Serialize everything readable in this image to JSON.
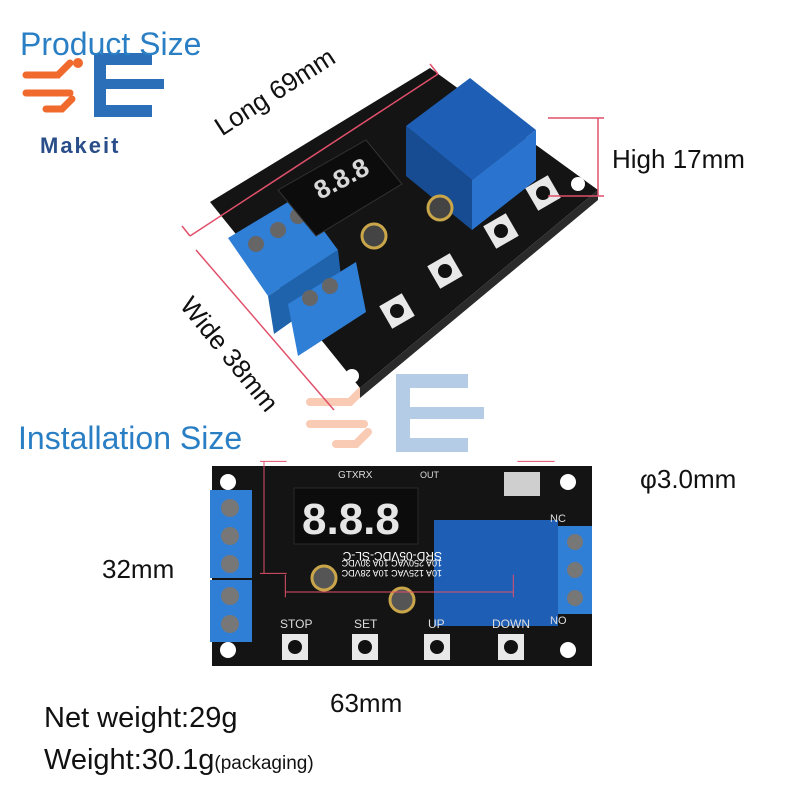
{
  "headings": {
    "product_size": "Product Size",
    "installation_size": "Installation Size"
  },
  "brand": {
    "name": "Makeit",
    "colors": {
      "orange": "#ef6a2c",
      "blue": "#2a6fb8"
    }
  },
  "product_dimensions": {
    "long": "Long 69mm",
    "wide": "Wide 38mm",
    "high": "High 17mm"
  },
  "installation_dimensions": {
    "hole": "φ3.0mm",
    "height": "32mm",
    "width": "63mm"
  },
  "weights": {
    "net": "Net weight:29g",
    "gross": "Weight:30.1g",
    "gross_note": "(packaging)"
  },
  "board_labels": {
    "buttons": [
      "STOP",
      "SET",
      "UP",
      "DOWN"
    ],
    "relay_text": [
      "SRD-05VDC-SL-C",
      "10A 250VAC  10A 30VDC",
      "10A 125VAC  10A 28VDC"
    ],
    "nc": "NC",
    "no": "NO",
    "header": "GTXRX",
    "out": "OUT",
    "display": "8.8.8"
  },
  "colors": {
    "heading": "#2a7fc4",
    "pcb": "#111111",
    "relay": "#1e5fb5",
    "terminal": "#2f7fd6",
    "dimension_line": "#e0506a"
  }
}
